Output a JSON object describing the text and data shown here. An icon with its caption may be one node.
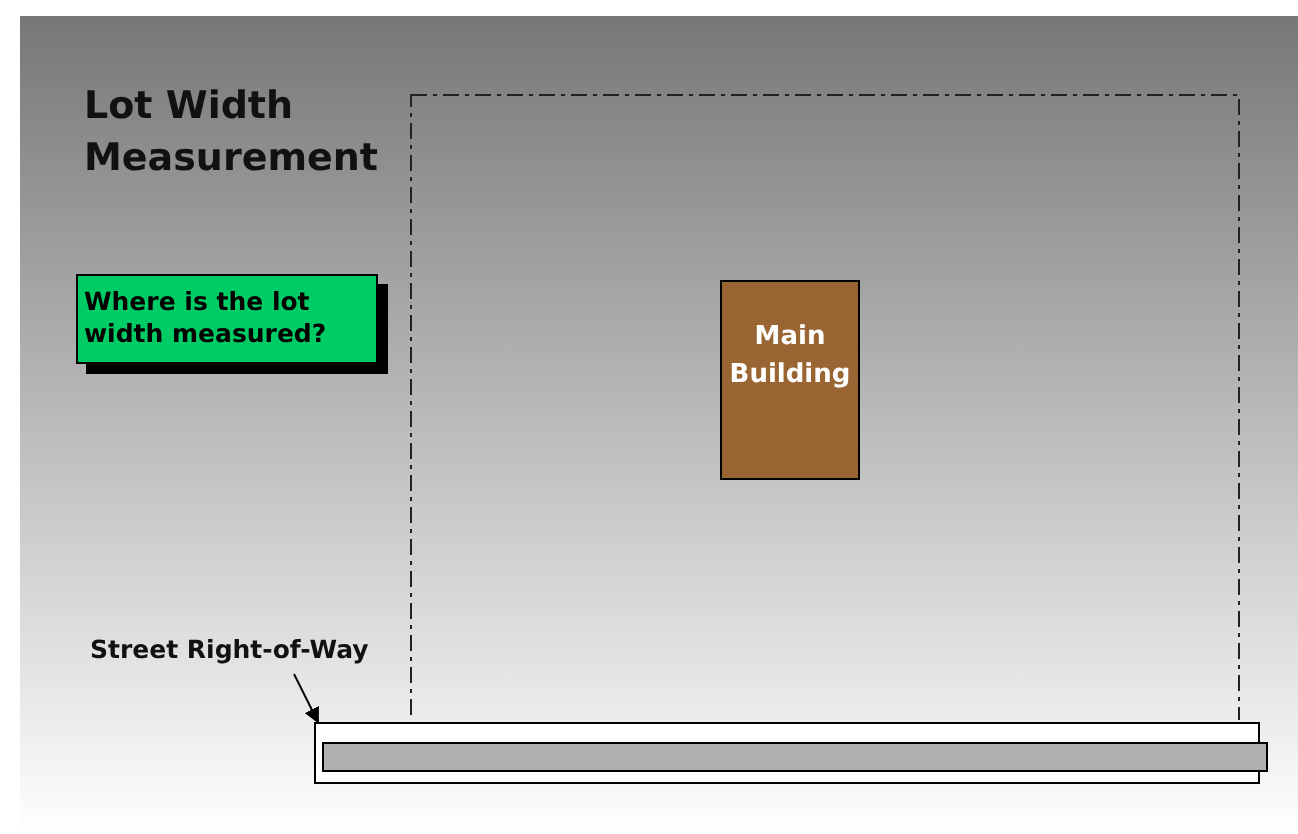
{
  "diagram": {
    "title": "Lot Width Measurement",
    "nodes": [
      {
        "text": [
          "Where is the lot width measured?"
        ]
      },
      {
        "text": [],
        "shape": "box"
      },
      {
        "text": [
          "Main Building"
        ],
        "in": 1
      },
      {
        "text": [
          "Street Right-of-Way"
        ]
      },
      {
        "text": [],
        "shape": "box"
      },
      {
        "text": [],
        "shape": "bar",
        "in": 4
      }
    ],
    "edges": [
      {
        "from": 3,
        "to": 4,
        "arrow": "to"
      }
    ]
  }
}
